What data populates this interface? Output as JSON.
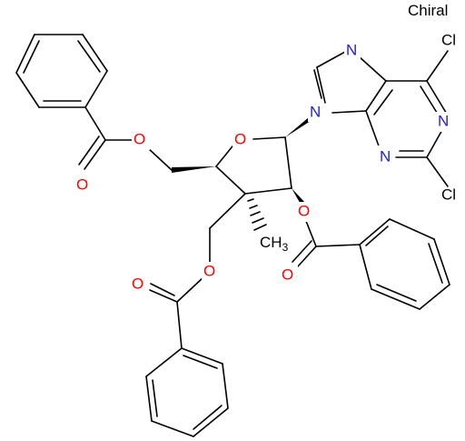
{
  "flag": "Chiral",
  "atoms": {
    "n_top": "N",
    "n_9": "N",
    "n_1": "N",
    "n_3": "N",
    "cl_6": "Cl",
    "cl_2": "Cl",
    "o_ring": "O",
    "o_5": "O",
    "o_5_carbonyl": "O",
    "o_2": "O",
    "o_2_carbonyl": "O",
    "o_3": "O",
    "o_3_carbonyl": "O",
    "ch3_c": "CH",
    "ch3_sub": "3"
  },
  "colors": {
    "nitrogen": "#1f1fd1",
    "oxygen": "#ff0000",
    "carbon": "#000000"
  }
}
